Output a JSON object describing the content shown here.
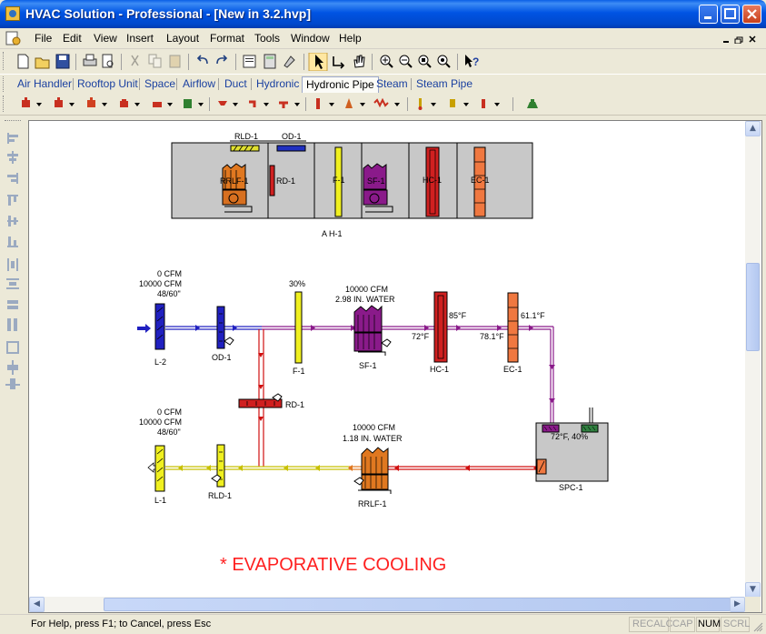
{
  "window": {
    "title": "HVAC Solution - Professional - [New in 3.2.hvp]"
  },
  "menu": [
    "File",
    "Edit",
    "View",
    "Insert",
    "Layout",
    "Format",
    "Tools",
    "Window",
    "Help"
  ],
  "tabs": [
    "Air Handler",
    "Rooftop Unit",
    "Space",
    "Airflow",
    "Duct",
    "Hydronic",
    "Hydronic Pipe",
    "Steam",
    "Steam Pipe"
  ],
  "active_tab": "Hydronic Pipe",
  "status": {
    "text": "For Help, press F1; to Cancel, press Esc",
    "indicators": [
      "RECALC",
      "CAP",
      "NUM",
      "SCRL"
    ]
  },
  "diagram": {
    "ahu": {
      "name": "A H-1",
      "rld_label": "RLD-1",
      "od_label": "OD-1",
      "rrlf_label": "RRLF-1",
      "rd_label": "RD-1",
      "f_label": "F-1",
      "sf_label": "SF-1",
      "hc_label": "HC-1",
      "ec_label": "EC-1"
    },
    "supply": {
      "l2": {
        "label": "L-2",
        "cfm1": "0 CFM",
        "cfm2": "10000 CFM",
        "size": "48/60\""
      },
      "od": {
        "label": "OD-1"
      },
      "filter": {
        "label": "F-1",
        "pct": "30%"
      },
      "fan": {
        "label": "SF-1",
        "cfm": "10000 CFM",
        "sp": "2.98 IN. WATER"
      },
      "t_after_fan": "72°F",
      "hc": {
        "label": "HC-1",
        "temp": "85°F"
      },
      "t_after_hc": "78.1°F",
      "ec": {
        "label": "EC-1",
        "temp": "61.1°F"
      }
    },
    "rd": {
      "label": "RD-1"
    },
    "return": {
      "l1": {
        "label": "L-1",
        "cfm1": "0 CFM",
        "cfm2": "10000 CFM",
        "size": "48/60\""
      },
      "rld": {
        "label": "RLD-1"
      },
      "fan": {
        "label": "RRLF-1",
        "cfm": "10000 CFM",
        "sp": "1.18 IN. WATER"
      }
    },
    "space": {
      "label": "SPC-1",
      "reading": "72°F, 40%"
    },
    "note": "* EVAPORATIVE COOLING"
  },
  "colors": {
    "supply_line": "#2020c0",
    "return_line": "#c8c000",
    "relief_line": "#d01010",
    "mixed_line": "#8a1a8a",
    "note_text": "#ff2020"
  }
}
